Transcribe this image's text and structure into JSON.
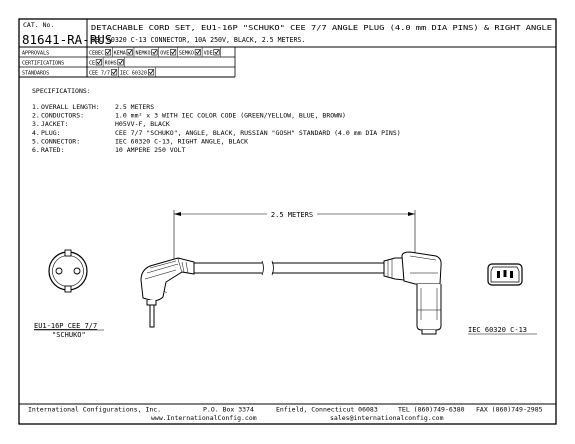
{
  "title_block": {
    "cat_label": "CAT. No.",
    "cat_number": "81641-RA-RUS",
    "description_line1": "DETACHABLE CORD SET, EU1-16P \"SCHUKO\" CEE 7/7 ANGLE PLUG (4.0 mm DIA PINS) & RIGHT ANGLE",
    "description_line2": "IEC 60320 C-13 CONNECTOR, 10A 250V, BLACK, 2.5 METERS.",
    "approvals_label": "APPROVALS",
    "approvals": [
      "CEBEC",
      "KEMA",
      "NEMKO",
      "OVE",
      "SEMKO",
      "VDE"
    ],
    "certifications_label": "CERTIFICATIONS",
    "certifications": [
      "CE",
      "ROHS"
    ],
    "standards_label": "STANDARDS",
    "standards": [
      "CEE 7/7",
      "IEC 60320"
    ]
  },
  "specifications": {
    "heading": "SPECIFICATIONS:",
    "items": [
      {
        "num": "1.",
        "label": "OVERALL LENGTH:",
        "value": "2.5 METERS"
      },
      {
        "num": "2.",
        "label": "CONDUCTORS:",
        "value": "1.0 mm² x 3 WITH IEC COLOR CODE (GREEN/YELLOW, BLUE, BROWN)"
      },
      {
        "num": "3.",
        "label": "JACKET:",
        "value": "H05VV-F, BLACK"
      },
      {
        "num": "4.",
        "label": "PLUG:",
        "value": "CEE 7/7 \"SCHUKO\", ANGLE, BLACK, RUSSIAN \"GOSH\" STANDARD (4.0 mm DIA PINS)"
      },
      {
        "num": "5.",
        "label": "CONNECTOR:",
        "value": "IEC 60320 C-13, RIGHT ANGLE, BLACK"
      },
      {
        "num": "6.",
        "label": "RATED:",
        "value": "10 AMPERE 250 VOLT"
      }
    ]
  },
  "drawing": {
    "length_dimension": "2.5 METERS",
    "plug_label_line1": "EU1-16P  CEE 7/7",
    "plug_label_line2": "\"SCHUKO\"",
    "connector_label": "IEC 60320  C-13"
  },
  "footer": {
    "company": "International Configurations, Inc.",
    "po_box": "P.O. Box 3374",
    "address": "Enfield, Connecticut 06083",
    "tel": "TEL (860)749-6380",
    "fax": "FAX (860)749-2985",
    "website": "www.InternationalConfig.com",
    "email": "sales@internationalconfig.com"
  }
}
